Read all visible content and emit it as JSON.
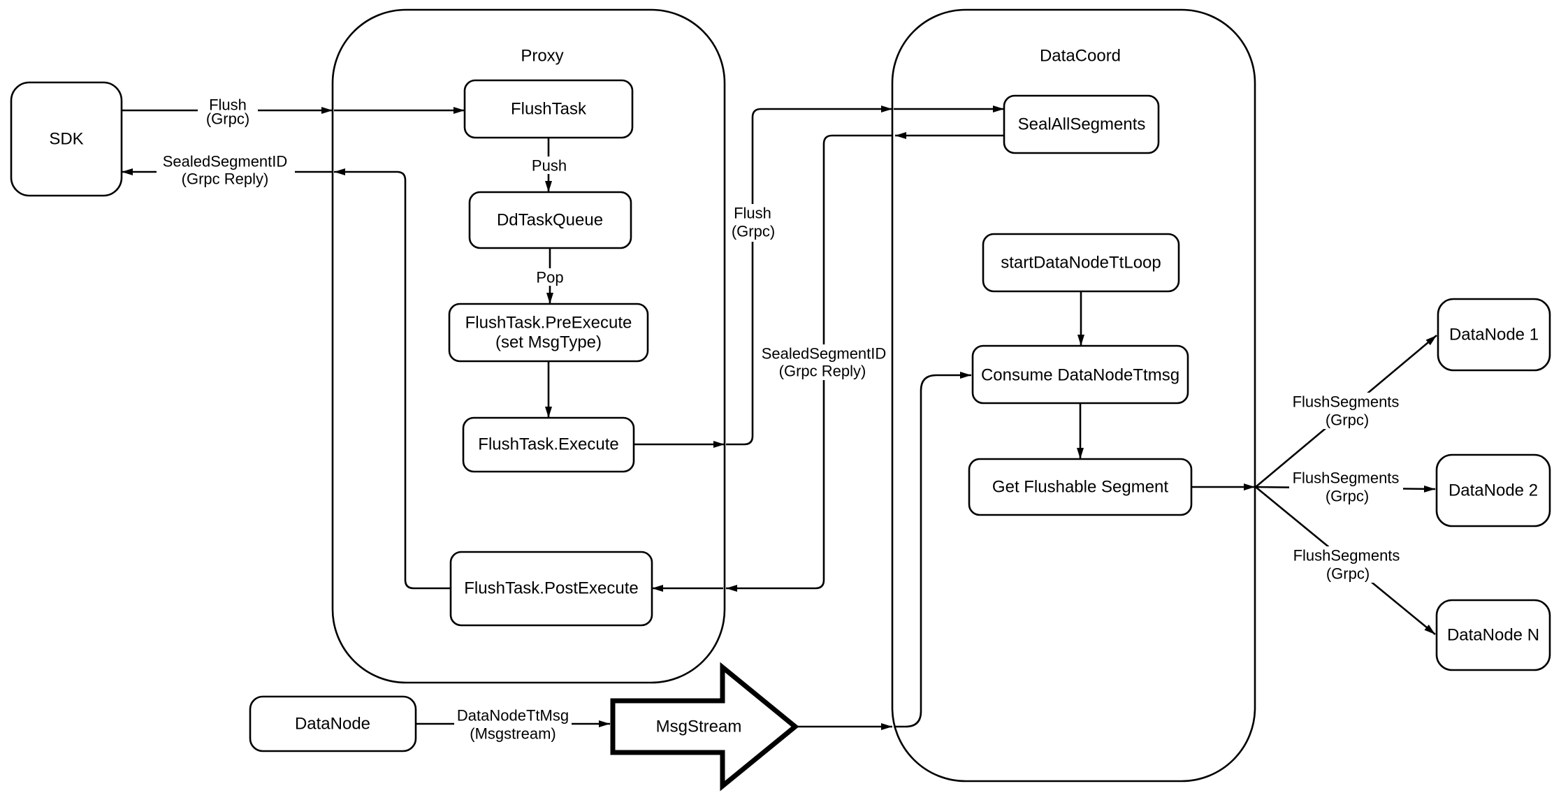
{
  "diagram": {
    "containers": {
      "proxy": "Proxy",
      "datacoord": "DataCoord"
    },
    "nodes": {
      "sdk": "SDK",
      "flush_task": "FlushTask",
      "dd_task_queue": "DdTaskQueue",
      "pre_execute_l1": "FlushTask.PreExecute",
      "pre_execute_l2": "(set MsgType)",
      "execute": "FlushTask.Execute",
      "post_execute": "FlushTask.PostExecute",
      "seal_all_segments": "SealAllSegments",
      "start_datanode_tt_loop": "startDataNodeTtLoop",
      "consume_datanode_ttmsg": "Consume DataNodeTtmsg",
      "get_flushable_segment": "Get Flushable Segment",
      "datanode_1": "DataNode 1",
      "datanode_2": "DataNode 2",
      "datanode_n": "DataNode N",
      "datanode": "DataNode",
      "msgstream": "MsgStream"
    },
    "edge_labels": {
      "flush_grpc_l1": "Flush",
      "flush_grpc_l2": "(Grpc)",
      "sealed_segment_id_l1": "SealedSegmentID",
      "sealed_segment_id_l2": "(Grpc Reply)",
      "push": "Push",
      "pop": "Pop",
      "flush_segments_l1": "FlushSegments",
      "flush_segments_l2": "(Grpc)",
      "datanode_tt_msg_l1": "DataNodeTtMsg",
      "datanode_tt_msg_l2": "(Msgstream)"
    },
    "colors": {
      "line": "#000000",
      "node_fill": "#ffffff",
      "text": "#000000",
      "background": "#ffffff"
    }
  }
}
